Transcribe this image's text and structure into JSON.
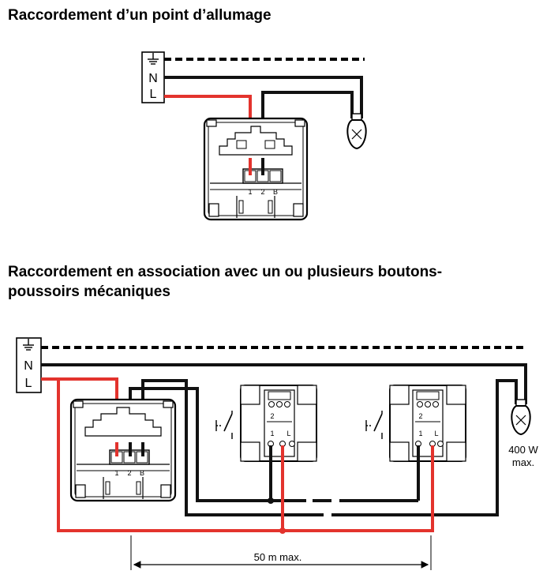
{
  "diagram1": {
    "title": "Raccordement d’un point d’allumage",
    "supply_labels": {
      "neutral": "N",
      "line": "L"
    },
    "terminal_labels": [
      "1",
      "2",
      "B"
    ]
  },
  "diagram2": {
    "title_line1": "Raccordement en association avec un ou plusieurs boutons-",
    "title_line2": "poussoirs mécaniques",
    "supply_labels": {
      "neutral": "N",
      "line": "L"
    },
    "terminal_labels": [
      "1",
      "2",
      "B"
    ],
    "pushbutton_labels": {
      "terminal_2": "2",
      "terminal_1": "1",
      "terminal_L": "L"
    },
    "lamp_power": "400 W",
    "lamp_power_note": "max.",
    "distance": "50 m max."
  },
  "colors": {
    "line_wire": "#e3332d",
    "neutral_wire": "#111111",
    "earth_wire": "#111111"
  }
}
